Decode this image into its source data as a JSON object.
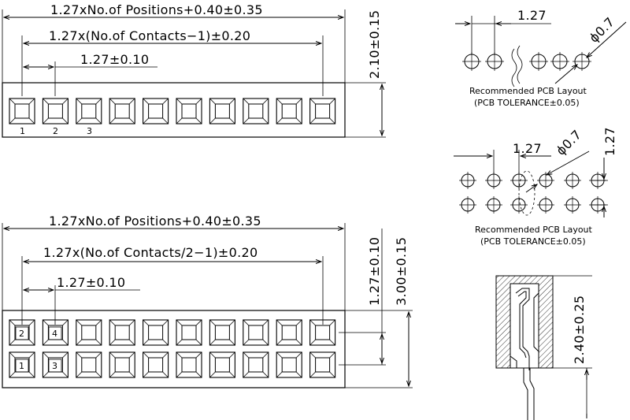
{
  "single_row": {
    "dim_positions": "1.27xNo.of  Positions+0.40±0.35",
    "dim_contacts": "1.27x(No.of  Contacts−1)±0.20",
    "dim_pitch": "1.27±0.10",
    "dim_height": "2.10±0.15",
    "pin_labels": [
      "1",
      "2",
      "3"
    ]
  },
  "double_row": {
    "dim_positions": "1.27xNo.of  Positions+0.40±0.35",
    "dim_contacts": "1.27x(No.of  Contacts/2−1)±0.20",
    "dim_pitch": "1.27±0.10",
    "dim_row_pitch": "1.27±0.10",
    "dim_height": "3.00±0.15",
    "pin_labels_top": [
      "2",
      "4"
    ],
    "pin_labels_bottom": [
      "1",
      "3"
    ]
  },
  "pcb_single": {
    "dim_pitch": "1.27",
    "dim_hole": "ϕ0.7",
    "title": "Recommended PCB Layout",
    "tolerance": "(PCB TOLERANCE±0.05)"
  },
  "pcb_double": {
    "dim_pitch": "1.27",
    "dim_row_pitch": "1.27",
    "dim_hole": "ϕ0.7",
    "title": "Recommended PCB Layout",
    "tolerance": "(PCB TOLERANCE±0.05)"
  },
  "side_view": {
    "dim_height": "2.40±0.25"
  }
}
